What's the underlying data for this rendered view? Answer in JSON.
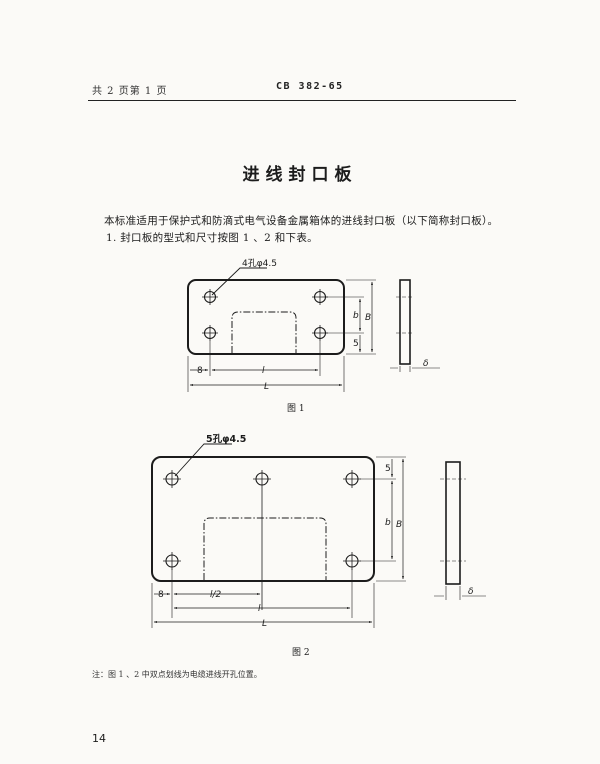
{
  "header": {
    "page_info": "共 2 页第 1 页",
    "standard_code": "CB 382-65"
  },
  "title": "进线封口板",
  "paragraphs": {
    "intro": "本标准适用于保护式和防滴式电气设备金属箱体的进线封口板（以下简称封口板）。",
    "clause1": "1. 封口板的型式和尺寸按图 1 、2 和下表。"
  },
  "figure1": {
    "hole_callout": "4孔φ4.5",
    "dim_8": "8",
    "dim_l": "l",
    "dim_L": "L",
    "dim_5": "5",
    "dim_b": "b",
    "dim_B": "B",
    "dim_delta": "δ",
    "caption": "图 1"
  },
  "figure2": {
    "hole_callout": "5孔φ4.5",
    "dim_8": "8",
    "dim_l_half": "l/2",
    "dim_l": "l",
    "dim_L": "L",
    "dim_5": "5",
    "dim_b": "b",
    "dim_B": "B",
    "dim_delta": "δ",
    "caption": "图 2"
  },
  "note": "注：图 1 、2 中双点划线为电缆进线开孔位置。",
  "page_number": "14"
}
